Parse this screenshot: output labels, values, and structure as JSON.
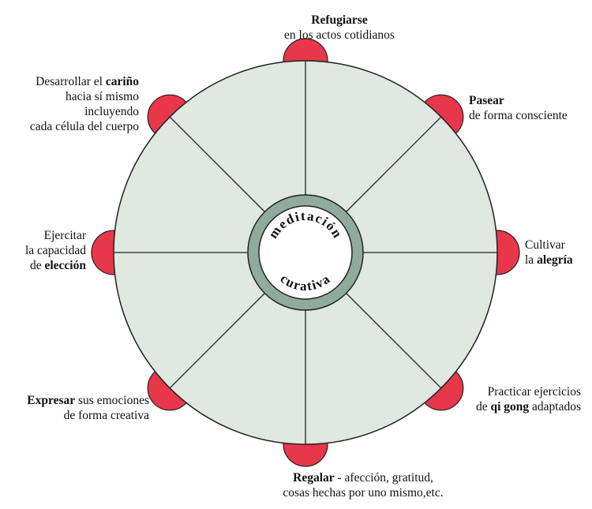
{
  "colors": {
    "wheel_fill": "#dfe8e1",
    "stroke": "#222222",
    "petal": "#e8374a",
    "ring": "#8fab9d",
    "hub": "#ffffff"
  },
  "center": {
    "line1": "meditación",
    "line2": "curativa"
  },
  "labels": {
    "top": {
      "bold": "Refugiarse",
      "rest": "en los actos cotidianos"
    },
    "top_right": {
      "bold": "Pasear",
      "rest": "de forma consciente"
    },
    "right": {
      "line1": "Cultivar",
      "pre": "la ",
      "bold": "alegría"
    },
    "bottom_right": {
      "line1": "Practicar ejercicios",
      "pre": "de ",
      "bold": "qi gong",
      "post": " adaptados"
    },
    "bottom": {
      "bold": "Regalar",
      "post": " - afección, gratitud,",
      "line2": "cosas hechas por uno mismo,etc."
    },
    "bottom_left": {
      "bold": "Expresar",
      "post": " sus emociones",
      "line2": "de forma creativa"
    },
    "left": {
      "line1": "Ejercitar",
      "line2": "la capacidad",
      "pre": "de ",
      "bold": "elección"
    },
    "top_left": {
      "pre": "Desarrollar el ",
      "bold": "cariño",
      "line2": "hacia sí mismo",
      "line3": "incluyendo",
      "line4": "cada célula del cuerpo"
    }
  }
}
